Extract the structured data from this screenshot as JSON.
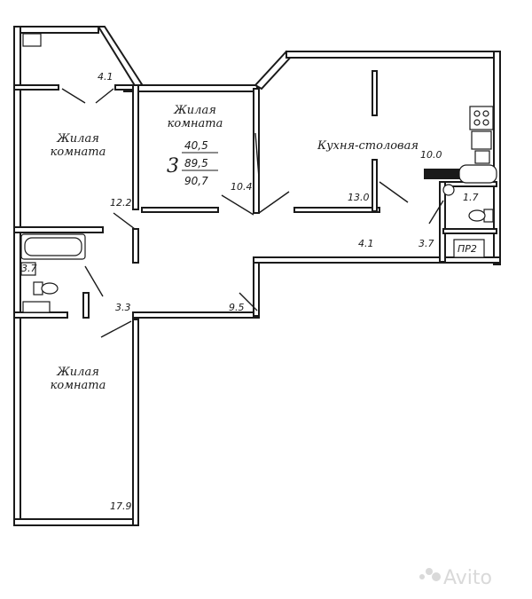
{
  "rooms": {
    "left_top_label_1": "Жилая",
    "left_top_label_2": "комната",
    "mid_label_1": "Жилая",
    "mid_label_2": "комната",
    "kitchen_label": "Кухня-столовая",
    "left_bottom_label_1": "Жилая",
    "left_bottom_label_2": "комната"
  },
  "summary": {
    "rooms_count": "3",
    "living_area": "40,5",
    "usable_area": "89,5",
    "total_area": "90,7"
  },
  "areas": {
    "balcony": "4.1",
    "room_left_top": "12.2",
    "room_mid": "10.4",
    "kitchen": "13.0",
    "kitchen_alt": "10.0",
    "wc": "1.7",
    "hall": "4.1",
    "bath_right": "3.7",
    "pantry": "ПР2",
    "bath_left": "3.7",
    "corridor_left": "3.3",
    "corridor": "9.5",
    "room_left_bottom": "17.9"
  },
  "watermark": "Avito"
}
